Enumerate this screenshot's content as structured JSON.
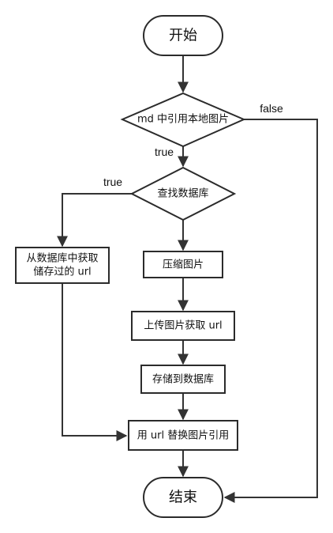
{
  "nodes": {
    "start": "开始",
    "check_md": "md 中引用本地图片",
    "query_db": "查找数据库",
    "get_url_line1": "从数据库中获取",
    "get_url_line2": "储存过的 url",
    "compress": "压缩图片",
    "upload": "上传图片获取 url",
    "save_db": "存储到数据库",
    "replace": "用 url 替换图片引用",
    "end": "结束"
  },
  "edge_labels": {
    "check_false": "false",
    "check_true": "true",
    "query_true": "true"
  }
}
